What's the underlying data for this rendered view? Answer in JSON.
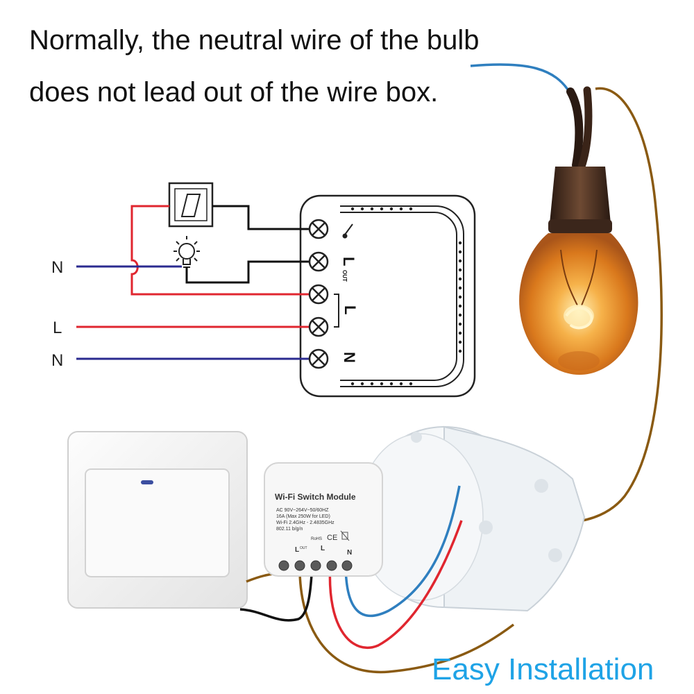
{
  "caption": {
    "line1": "Normally, the neutral wire of the bulb",
    "line2": "does not lead out of the wire box."
  },
  "tagline": "Easy Installation",
  "wiring_diagram": {
    "wire_labels": [
      "N",
      "L",
      "N"
    ],
    "terminal_labels": {
      "l_out": "L",
      "l_out_sub": "OUT",
      "l": "L",
      "n": "N"
    }
  },
  "module": {
    "title": "Wi-Fi Switch Module",
    "spec_lines": [
      "AC 90V~264V~50/60HZ",
      "16A (Max 250W for LED)",
      "Wi-Fi 2.4GHz - 2.4835GHz",
      "802.11 b/g/n"
    ],
    "cert_marks": [
      "RoHS",
      "CE"
    ],
    "terminal_labels": [
      "L",
      "L",
      "N"
    ],
    "terminal_sub_label": "OUT"
  },
  "colors": {
    "live_wire": "#e0262f",
    "neutral_wire": "#2a2a8f",
    "switch_wire": "#111111",
    "bulb_wire_brown": "#8a5a12",
    "bulb_wire_blue": "#2f7fbf",
    "accent_text": "#1fa3e6"
  },
  "icons": [
    "switch-icon",
    "bulb-icon",
    "terminal-screw-icon",
    "light-bulb-photo"
  ]
}
